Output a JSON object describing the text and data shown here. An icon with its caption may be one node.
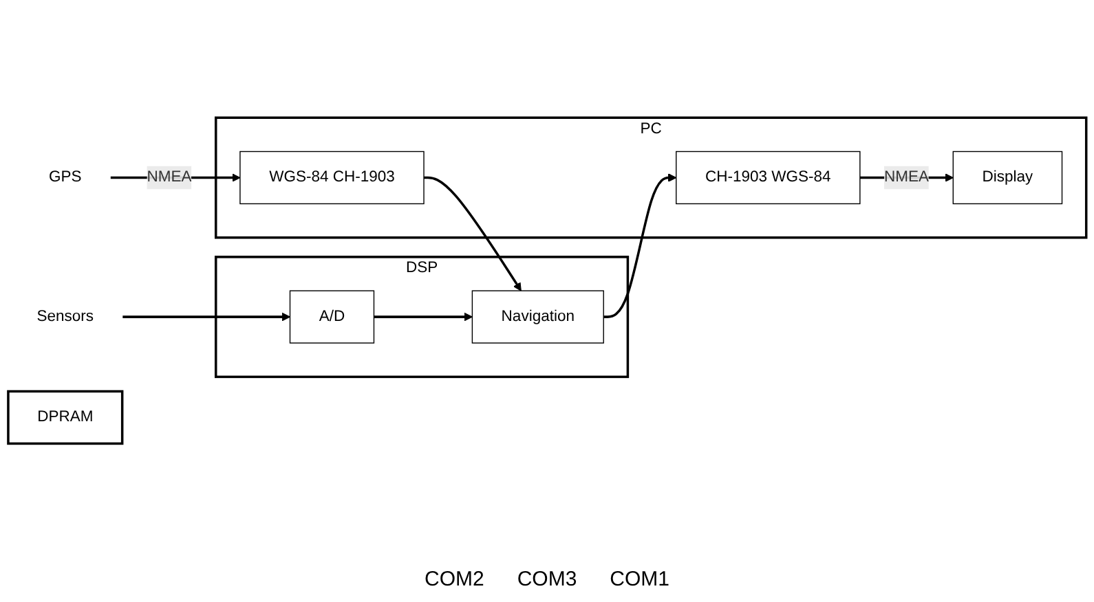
{
  "diagram": {
    "nodes": [
      {
        "text": [
          "Sensors"
        ]
      },
      {
        "text": [
          "GPS"
        ]
      },
      {
        "text": [
          "DSP"
        ]
      },
      {
        "text": [
          "DPRAM"
        ]
      },
      {
        "text": [
          "PC"
        ]
      },
      {
        "text": [
          "A/D"
        ],
        "in": 2
      },
      {
        "text": [
          "Navigation"
        ],
        "in": 2
      },
      {
        "text": [
          "WGS-84 CH-1903"
        ],
        "in": 4
      },
      {
        "text": [
          "CH-1903 WGS-84"
        ],
        "in": 4
      },
      {
        "text": [
          "Display"
        ],
        "in": 4
      }
    ],
    "edges": [
      {
        "from": 0,
        "to": 5,
        "arrow": "to"
      },
      {
        "from": 1,
        "to": 7,
        "arrow": "to",
        "label": "NMEA"
      },
      {
        "from": 5,
        "to": 6,
        "arrow": "to"
      },
      {
        "from": 7,
        "to": 6,
        "arrow": "to"
      },
      {
        "from": 6,
        "to": 8,
        "arrow": "to"
      },
      {
        "from": 8,
        "to": 9,
        "arrow": "to",
        "label": "NMEA"
      }
    ],
    "labels": [
      "COM2",
      "COM3",
      "COM1"
    ]
  }
}
